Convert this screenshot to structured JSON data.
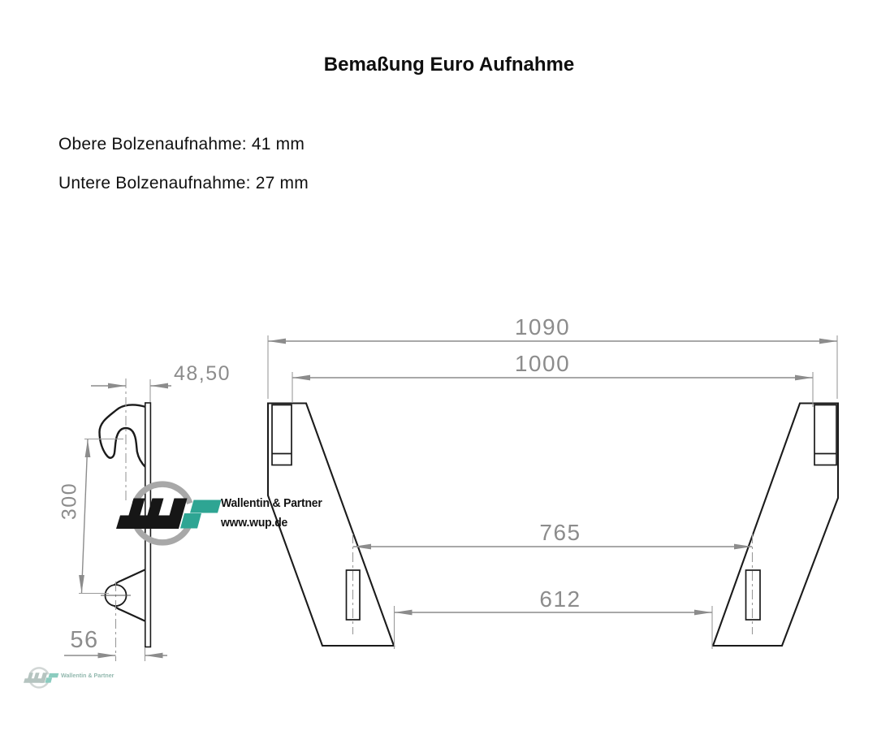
{
  "title": "Bemaßung Euro Aufnahme",
  "specs": {
    "upper": "Obere Bolzenaufnahme: 41 mm",
    "lower": "Untere Bolzenaufnahme: 27 mm"
  },
  "dimensions": {
    "overall_width": "1090",
    "frame_width": "1000",
    "upper_pin_spacing": "765",
    "lower_pin_spacing": "612",
    "hook_depth": "48,50",
    "pin_vertical_spacing": "300",
    "lower_pin_depth": "56"
  },
  "logo": {
    "company": "Wallentin & Partner",
    "website": "www.wup.de"
  },
  "watermark": {
    "company": "Wallentin & Partner"
  },
  "colors": {
    "drawing_line": "#1b1b1b",
    "dimension_gray": "#8c8c8c",
    "brand_teal": "#2ea593",
    "brand_black": "#161616",
    "arc_gray": "#a8a8a8"
  }
}
